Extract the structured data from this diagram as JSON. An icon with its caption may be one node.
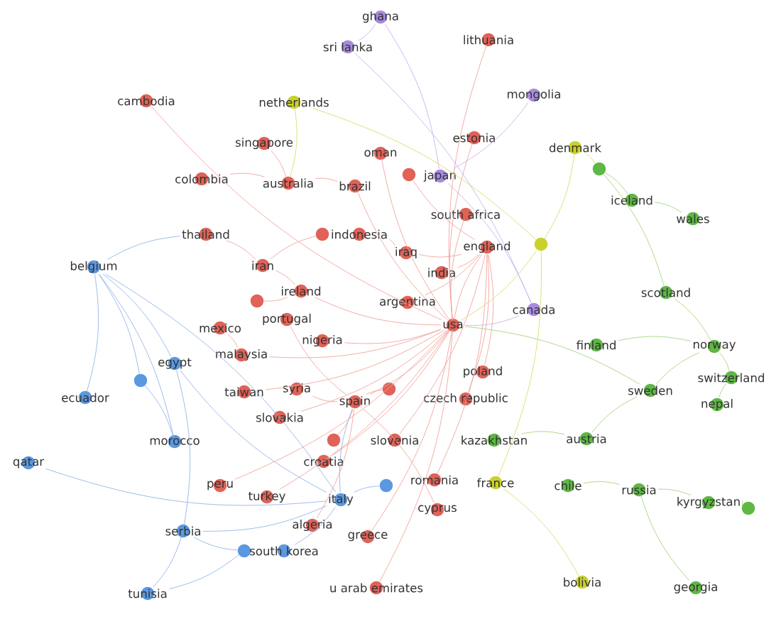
{
  "diagram": {
    "nodes": [
      {
        "text": [
          "ghana"
        ]
      },
      {
        "text": [
          "sri lanka"
        ]
      },
      {
        "text": [
          "lithuania"
        ]
      },
      {
        "text": [
          "cambodia"
        ]
      },
      {
        "text": [
          "netherlands"
        ]
      },
      {
        "text": [
          "mongolia"
        ]
      },
      {
        "text": [
          "estonia"
        ]
      },
      {
        "text": [
          "denmark"
        ]
      },
      {
        "text": [],
        "shape": "circle"
      },
      {
        "text": [
          "singapore"
        ]
      },
      {
        "text": [
          "oman"
        ]
      },
      {
        "text": [
          "colombia"
        ]
      },
      {
        "text": [
          "australia"
        ]
      },
      {
        "text": [
          "brazil"
        ]
      },
      {
        "text": [],
        "shape": "circle"
      },
      {
        "text": [
          "japan"
        ]
      },
      {
        "text": [
          "iceland"
        ]
      },
      {
        "text": [
          "wales"
        ]
      },
      {
        "text": [
          "south africa"
        ]
      },
      {
        "text": [
          "thailand"
        ]
      },
      {
        "text": [],
        "shape": "circle"
      },
      {
        "text": [
          "indonesia"
        ]
      },
      {
        "text": [
          "belgium"
        ]
      },
      {
        "text": [
          "iran"
        ]
      },
      {
        "text": [
          "iraq"
        ]
      },
      {
        "text": [
          "england"
        ]
      },
      {
        "text": [],
        "shape": "circle"
      },
      {
        "text": [
          "india"
        ]
      },
      {
        "text": [
          "ireland"
        ]
      },
      {
        "text": [],
        "shape": "circle"
      },
      {
        "text": [
          "argentina"
        ]
      },
      {
        "text": [
          "canada"
        ]
      },
      {
        "text": [
          "scotland"
        ]
      },
      {
        "text": [
          "usa"
        ]
      },
      {
        "text": [
          "mexico"
        ]
      },
      {
        "text": [
          "portugal"
        ]
      },
      {
        "text": [
          "nigeria"
        ]
      },
      {
        "text": [
          "finland"
        ]
      },
      {
        "text": [
          "norway"
        ]
      },
      {
        "text": [
          "malaysia"
        ]
      },
      {
        "text": [
          "egypt"
        ]
      },
      {
        "text": [],
        "shape": "circle"
      },
      {
        "text": [
          "poland"
        ]
      },
      {
        "text": [
          "switzerland"
        ]
      },
      {
        "text": [
          "taiwan"
        ]
      },
      {
        "text": [
          "syria"
        ]
      },
      {
        "text": [],
        "shape": "circle"
      },
      {
        "text": [
          "spain"
        ]
      },
      {
        "text": [
          "czech republic"
        ]
      },
      {
        "text": [
          "sweden"
        ]
      },
      {
        "text": [
          "ecuador"
        ]
      },
      {
        "text": [
          "nepal"
        ]
      },
      {
        "text": [
          "slovakia"
        ]
      },
      {
        "text": [],
        "shape": "circle"
      },
      {
        "text": [
          "slovenia"
        ]
      },
      {
        "text": [
          "kazakhstan"
        ]
      },
      {
        "text": [
          "austria"
        ]
      },
      {
        "text": [
          "morocco"
        ]
      },
      {
        "text": [
          "qatar"
        ]
      },
      {
        "text": [
          "croatia"
        ]
      },
      {
        "text": [
          "romania"
        ]
      },
      {
        "text": [
          "france"
        ]
      },
      {
        "text": [],
        "shape": "circle"
      },
      {
        "text": [
          "chile"
        ]
      },
      {
        "text": [
          "russia"
        ]
      },
      {
        "text": [
          "peru"
        ]
      },
      {
        "text": [
          "turkey"
        ]
      },
      {
        "text": [
          "italy"
        ]
      },
      {
        "text": [
          "kyrgyzstan"
        ]
      },
      {
        "text": [],
        "shape": "circle"
      },
      {
        "text": [
          "cyprus"
        ]
      },
      {
        "text": [
          "algeria"
        ]
      },
      {
        "text": [
          "serbia"
        ]
      },
      {
        "text": [
          "greece"
        ]
      },
      {
        "text": [],
        "shape": "circle"
      },
      {
        "text": [
          "south korea"
        ]
      },
      {
        "text": [
          "u arab emirates"
        ]
      },
      {
        "text": [
          "bolivia"
        ]
      },
      {
        "text": [
          "tunisia"
        ]
      },
      {
        "text": [
          "georgia"
        ]
      }
    ],
    "edges": [
      {
        "from": 33,
        "to": 2,
        "arrow": "none",
        "color": "#f2a39c"
      },
      {
        "from": 33,
        "to": 3,
        "arrow": "none",
        "color": "#f2a39c"
      },
      {
        "from": 33,
        "to": 6,
        "arrow": "none",
        "color": "#f2a39c"
      },
      {
        "from": 9,
        "to": 12,
        "arrow": "none",
        "color": "#f2a39c"
      },
      {
        "from": 33,
        "to": 10,
        "arrow": "none",
        "color": "#f2a39c"
      },
      {
        "from": 11,
        "to": 12,
        "arrow": "none",
        "color": "#f2a39c"
      },
      {
        "from": 12,
        "to": 13,
        "arrow": "none",
        "color": "#f2a39c"
      },
      {
        "from": 33,
        "to": 13,
        "arrow": "none",
        "color": "#f2a39c"
      },
      {
        "from": 33,
        "to": 18,
        "arrow": "none",
        "color": "#f2a39c"
      },
      {
        "from": 19,
        "to": 23,
        "arrow": "none",
        "color": "#f2a39c"
      },
      {
        "from": 21,
        "to": 24,
        "arrow": "none",
        "color": "#f2a39c"
      },
      {
        "from": 23,
        "to": 28,
        "arrow": "none",
        "color": "#f2a39c"
      },
      {
        "from": 33,
        "to": 25,
        "arrow": "none",
        "color": "#f2a39c"
      },
      {
        "from": 33,
        "to": 28,
        "arrow": "none",
        "color": "#f2a39c"
      },
      {
        "from": 34,
        "to": 39,
        "arrow": "none",
        "color": "#f2a39c"
      },
      {
        "from": 33,
        "to": 36,
        "arrow": "none",
        "color": "#f2a39c"
      },
      {
        "from": 33,
        "to": 39,
        "arrow": "none",
        "color": "#f2a39c"
      },
      {
        "from": 33,
        "to": 44,
        "arrow": "none",
        "color": "#f2a39c"
      },
      {
        "from": 33,
        "to": 47,
        "arrow": "none",
        "color": "#f2a39c"
      },
      {
        "from": 33,
        "to": 52,
        "arrow": "none",
        "color": "#f2a39c"
      },
      {
        "from": 33,
        "to": 59,
        "arrow": "none",
        "color": "#f2a39c"
      },
      {
        "from": 33,
        "to": 65,
        "arrow": "none",
        "color": "#f2a39c"
      },
      {
        "from": 33,
        "to": 66,
        "arrow": "none",
        "color": "#f2a39c"
      },
      {
        "from": 33,
        "to": 73,
        "arrow": "none",
        "color": "#f2a39c"
      },
      {
        "from": 33,
        "to": 76,
        "arrow": "none",
        "color": "#f2a39c"
      },
      {
        "from": 47,
        "to": 45,
        "arrow": "none",
        "color": "#f2a39c"
      },
      {
        "from": 47,
        "to": 35,
        "arrow": "none",
        "color": "#f2a39c"
      },
      {
        "from": 47,
        "to": 53,
        "arrow": "none",
        "color": "#f2a39c"
      },
      {
        "from": 47,
        "to": 71,
        "arrow": "none",
        "color": "#f2a39c"
      },
      {
        "from": 47,
        "to": 70,
        "arrow": "none",
        "color": "#f2a39c"
      },
      {
        "from": 25,
        "to": 24,
        "arrow": "none",
        "color": "#f2a39c"
      },
      {
        "from": 25,
        "to": 27,
        "arrow": "none",
        "color": "#f2a39c"
      },
      {
        "from": 25,
        "to": 30,
        "arrow": "none",
        "color": "#f2a39c"
      },
      {
        "from": 25,
        "to": 14,
        "arrow": "none",
        "color": "#f2a39c"
      },
      {
        "from": 25,
        "to": 42,
        "arrow": "none",
        "color": "#f2a39c"
      },
      {
        "from": 25,
        "to": 48,
        "arrow": "none",
        "color": "#f2a39c"
      },
      {
        "from": 25,
        "to": 54,
        "arrow": "none",
        "color": "#f2a39c"
      },
      {
        "from": 25,
        "to": 60,
        "arrow": "none",
        "color": "#f2a39c"
      },
      {
        "from": 23,
        "to": 20,
        "arrow": "none",
        "color": "#f2a39c"
      },
      {
        "from": 28,
        "to": 29,
        "arrow": "none",
        "color": "#f2a39c"
      },
      {
        "from": 47,
        "to": 46,
        "arrow": "none",
        "color": "#f2a39c"
      },
      {
        "from": 22,
        "to": 40,
        "arrow": "none",
        "color": "#93b6e8"
      },
      {
        "from": 22,
        "to": 41,
        "arrow": "none",
        "color": "#93b6e8"
      },
      {
        "from": 22,
        "to": 50,
        "arrow": "none",
        "color": "#93b6e8"
      },
      {
        "from": 22,
        "to": 57,
        "arrow": "none",
        "color": "#93b6e8"
      },
      {
        "from": 22,
        "to": 67,
        "arrow": "none",
        "color": "#93b6e8"
      },
      {
        "from": 22,
        "to": 19,
        "arrow": "none",
        "color": "#93b6e8"
      },
      {
        "from": 67,
        "to": 40,
        "arrow": "none",
        "color": "#93b6e8"
      },
      {
        "from": 67,
        "to": 72,
        "arrow": "none",
        "color": "#93b6e8"
      },
      {
        "from": 67,
        "to": 75,
        "arrow": "none",
        "color": "#93b6e8"
      },
      {
        "from": 74,
        "to": 78,
        "arrow": "none",
        "color": "#93b6e8"
      },
      {
        "from": 67,
        "to": 58,
        "arrow": "none",
        "color": "#93b6e8"
      },
      {
        "from": 67,
        "to": 62,
        "arrow": "none",
        "color": "#93b6e8"
      },
      {
        "from": 67,
        "to": 47,
        "arrow": "none",
        "color": "#93b6e8"
      },
      {
        "from": 41,
        "to": 57,
        "arrow": "none",
        "color": "#93b6e8"
      },
      {
        "from": 74,
        "to": 72,
        "arrow": "none",
        "color": "#93b6e8"
      },
      {
        "from": 72,
        "to": 78,
        "arrow": "none",
        "color": "#93b6e8"
      },
      {
        "from": 40,
        "to": 72,
        "arrow": "none",
        "color": "#93b6e8"
      },
      {
        "from": 37,
        "to": 38,
        "arrow": "none",
        "color": "#a8d47c"
      },
      {
        "from": 38,
        "to": 43,
        "arrow": "none",
        "color": "#a8d47c"
      },
      {
        "from": 49,
        "to": 38,
        "arrow": "none",
        "color": "#a8d47c"
      },
      {
        "from": 16,
        "to": 17,
        "arrow": "none",
        "color": "#a8d47c"
      },
      {
        "from": 8,
        "to": 16,
        "arrow": "none",
        "color": "#a8d47c"
      },
      {
        "from": 8,
        "to": 32,
        "arrow": "none",
        "color": "#a8d47c"
      },
      {
        "from": 32,
        "to": 38,
        "arrow": "none",
        "color": "#a8d47c"
      },
      {
        "from": 56,
        "to": 49,
        "arrow": "none",
        "color": "#a8d47c"
      },
      {
        "from": 63,
        "to": 64,
        "arrow": "none",
        "color": "#a8d47c"
      },
      {
        "from": 64,
        "to": 68,
        "arrow": "none",
        "color": "#a8d47c"
      },
      {
        "from": 68,
        "to": 69,
        "arrow": "none",
        "color": "#a8d47c"
      },
      {
        "from": 51,
        "to": 43,
        "arrow": "none",
        "color": "#a8d47c"
      },
      {
        "from": 79,
        "to": 64,
        "arrow": "none",
        "color": "#a8d47c"
      },
      {
        "from": 55,
        "to": 56,
        "arrow": "none",
        "color": "#a8d47c"
      },
      {
        "from": 33,
        "to": 49,
        "arrow": "none",
        "color": "#a8d47c"
      },
      {
        "from": 4,
        "to": 26,
        "arrow": "none",
        "color": "#d8de6c"
      },
      {
        "from": 7,
        "to": 26,
        "arrow": "none",
        "color": "#d8de6c"
      },
      {
        "from": 26,
        "to": 61,
        "arrow": "none",
        "color": "#d8de6c"
      },
      {
        "from": 61,
        "to": 77,
        "arrow": "none",
        "color": "#d8de6c"
      },
      {
        "from": 4,
        "to": 12,
        "arrow": "none",
        "color": "#d8de6c"
      },
      {
        "from": 7,
        "to": 8,
        "arrow": "none",
        "color": "#d8de6c"
      },
      {
        "from": 26,
        "to": 33,
        "arrow": "none",
        "color": "#d8de6c"
      },
      {
        "from": 0,
        "to": 1,
        "arrow": "none",
        "color": "#c7b2ee"
      },
      {
        "from": 1,
        "to": 31,
        "arrow": "none",
        "color": "#c7b2ee"
      },
      {
        "from": 5,
        "to": 15,
        "arrow": "none",
        "color": "#c7b2ee"
      },
      {
        "from": 15,
        "to": 31,
        "arrow": "none",
        "color": "#c7b2ee"
      },
      {
        "from": 0,
        "to": 15,
        "arrow": "none",
        "color": "#c7b2ee"
      },
      {
        "from": 31,
        "to": 33,
        "arrow": "none",
        "color": "#c7b2ee"
      }
    ]
  }
}
